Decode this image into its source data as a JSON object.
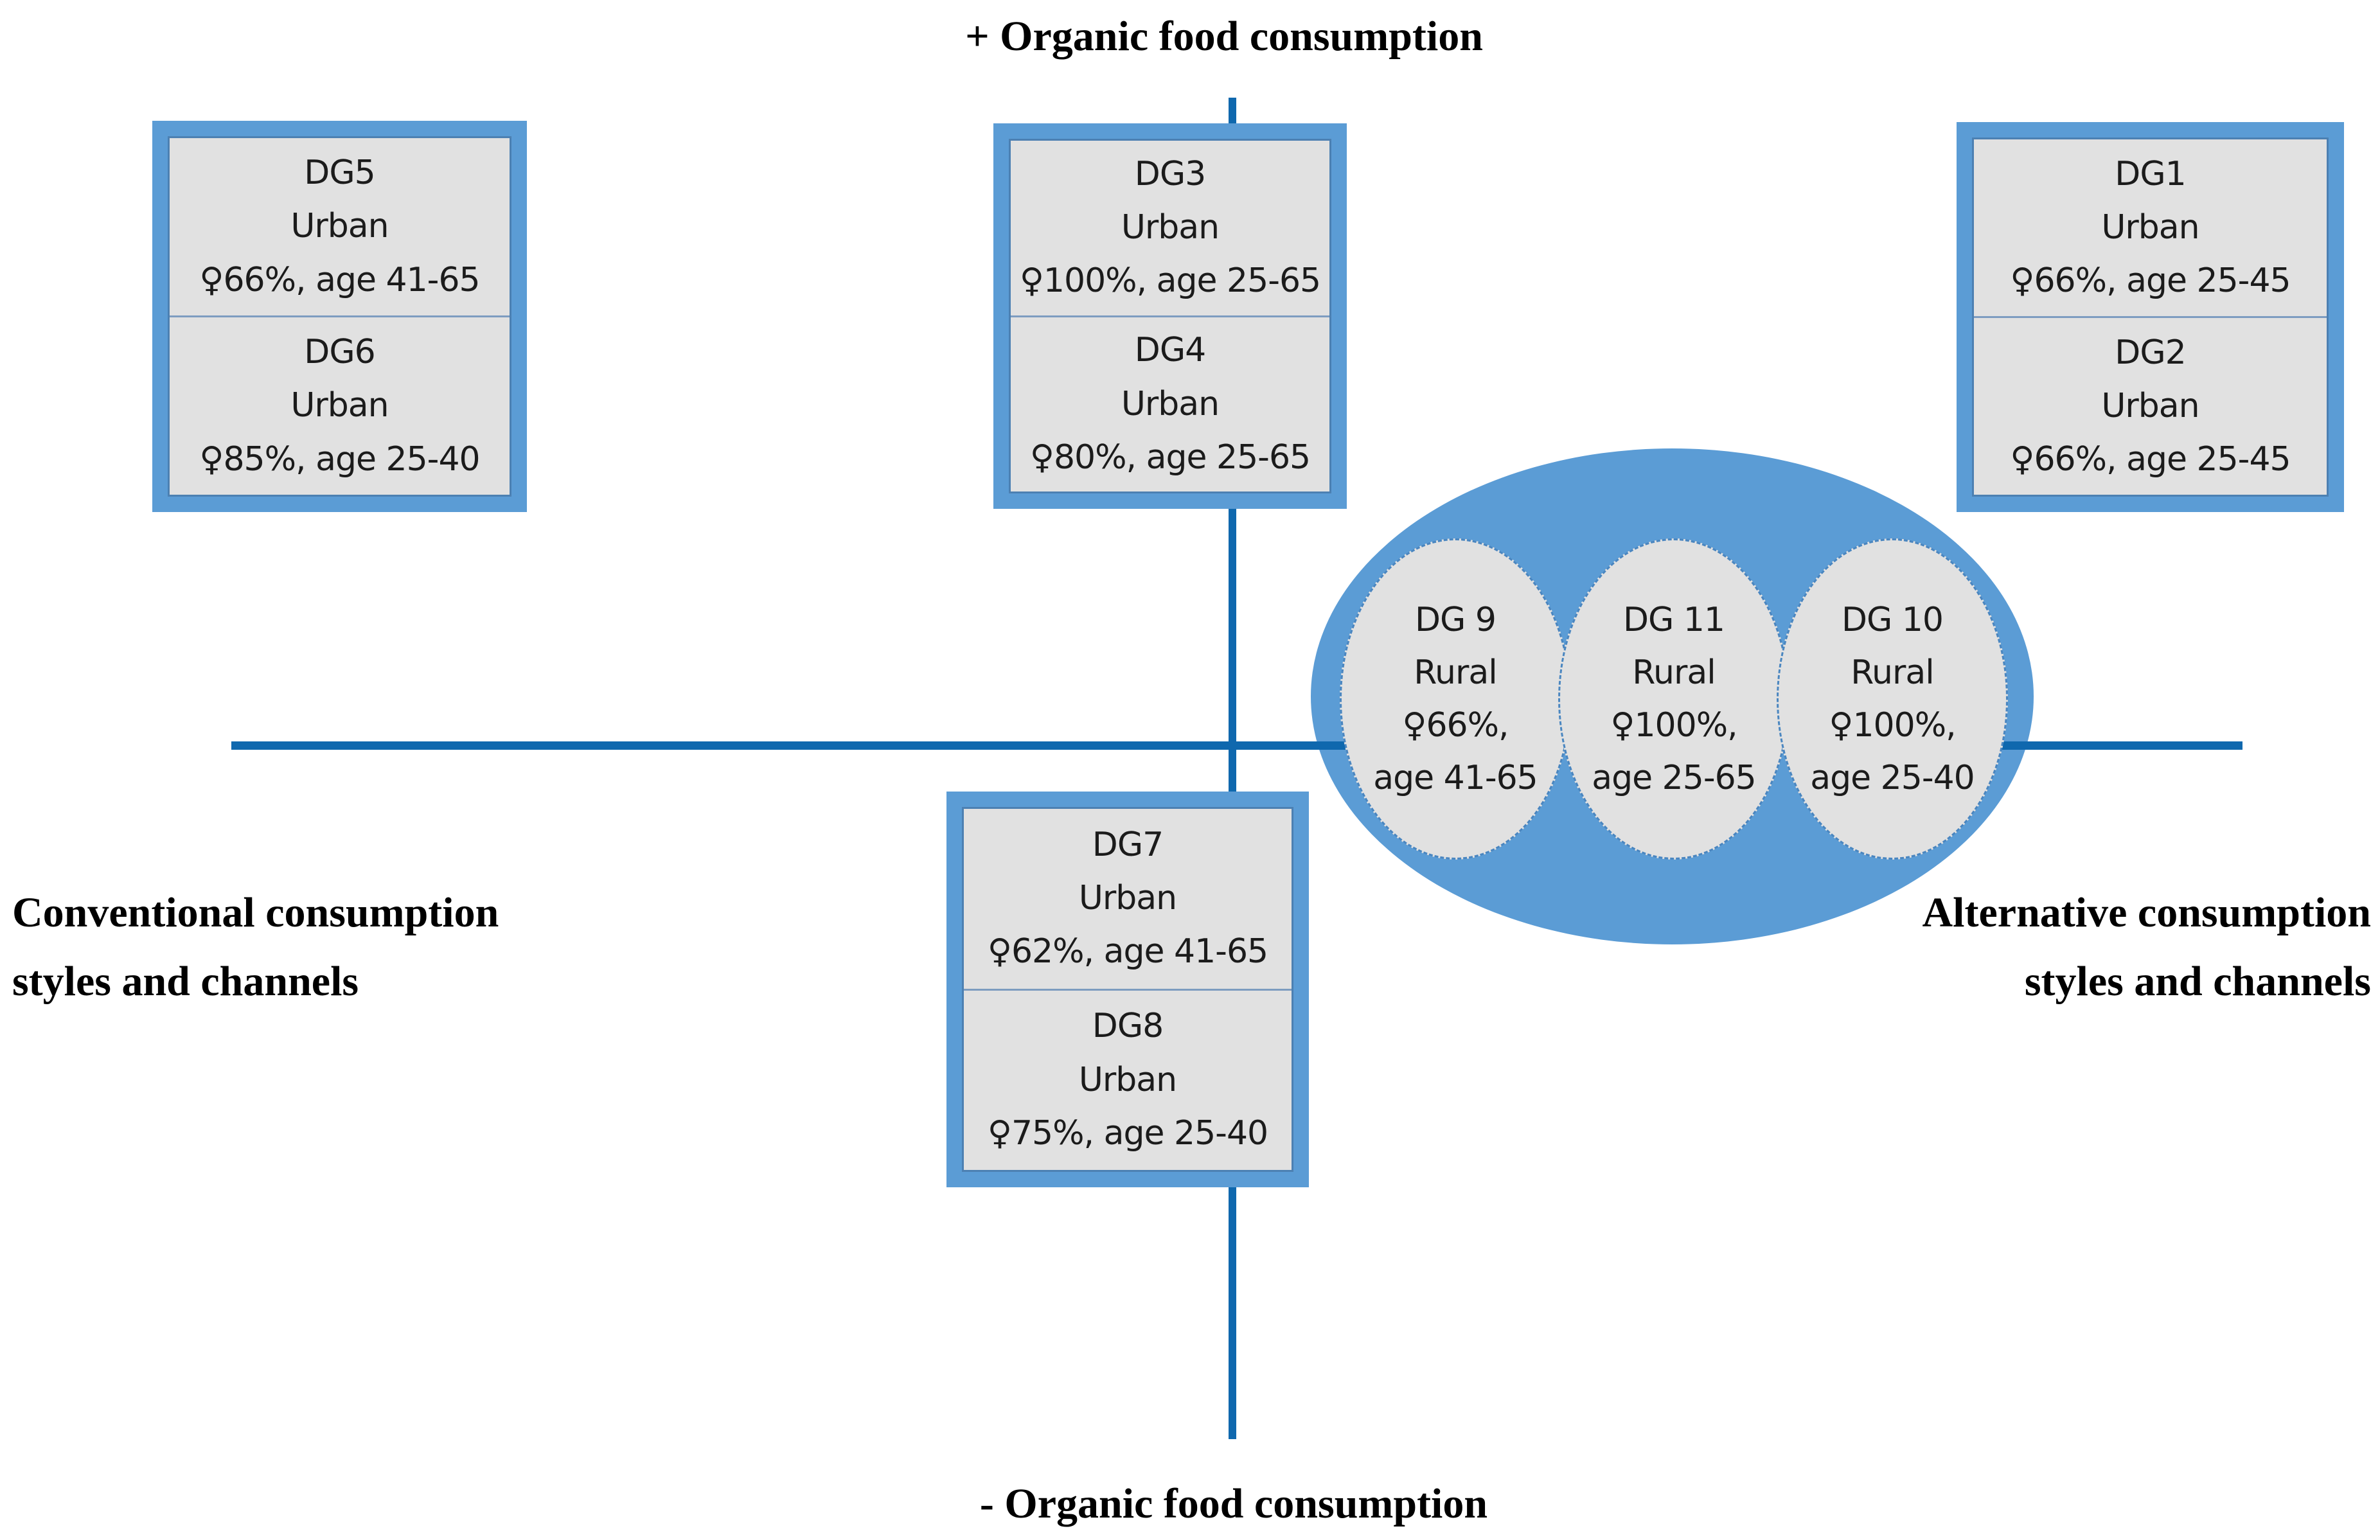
{
  "figure": {
    "type": "quadrant-positioning-diagram",
    "axis_labels": {
      "top": "+ Organic food consumption",
      "bottom": "- Organic food consumption",
      "left_line1": "Conventional consumption",
      "left_line2": "styles and channels",
      "right_line1": "Alternative consumption",
      "right_line2": "styles and channels"
    },
    "colors": {
      "axis_blue": "#0f68ae",
      "frame_blue": "#5b9cd5",
      "panel_gray": "#e1e1e1",
      "cluster_blue": "#5b9cd5",
      "divider_blue": "#7d9cc0",
      "dashed_border_blue": "#4a86c0",
      "text_black": "#1b1b1b"
    },
    "boxes": [
      {
        "id": "dg5-dg6",
        "cells": [
          {
            "group": "DG5",
            "area": "Urban",
            "stats": "♀66%, age 41-65"
          },
          {
            "group": "DG6",
            "area": "Urban",
            "stats": "♀85%, age 25-40"
          }
        ]
      },
      {
        "id": "dg3-dg4",
        "cells": [
          {
            "group": "DG3",
            "area": "Urban",
            "stats": "♀100%, age 25-65"
          },
          {
            "group": "DG4",
            "area": "Urban",
            "stats": "♀80%, age 25-65"
          }
        ]
      },
      {
        "id": "dg1-dg2",
        "cells": [
          {
            "group": "DG1",
            "area": "Urban",
            "stats": "♀66%, age 25-45"
          },
          {
            "group": "DG2",
            "area": "Urban",
            "stats": "♀66%, age 25-45"
          }
        ]
      },
      {
        "id": "dg7-dg8",
        "cells": [
          {
            "group": "DG7",
            "area": "Urban",
            "stats": "♀62%, age 41-65"
          },
          {
            "group": "DG8",
            "area": "Urban",
            "stats": "♀75%, age 25-40"
          }
        ]
      }
    ],
    "cluster": {
      "groups": [
        {
          "group": "DG 9",
          "area": "Rural",
          "pct": "♀66%,",
          "age": "age 41-65"
        },
        {
          "group": "DG 11",
          "area": "Rural",
          "pct": "♀100%,",
          "age": "age 25-65"
        },
        {
          "group": "DG 10",
          "area": "Rural",
          "pct": "♀100%,",
          "age": "age 25-40"
        }
      ]
    }
  }
}
